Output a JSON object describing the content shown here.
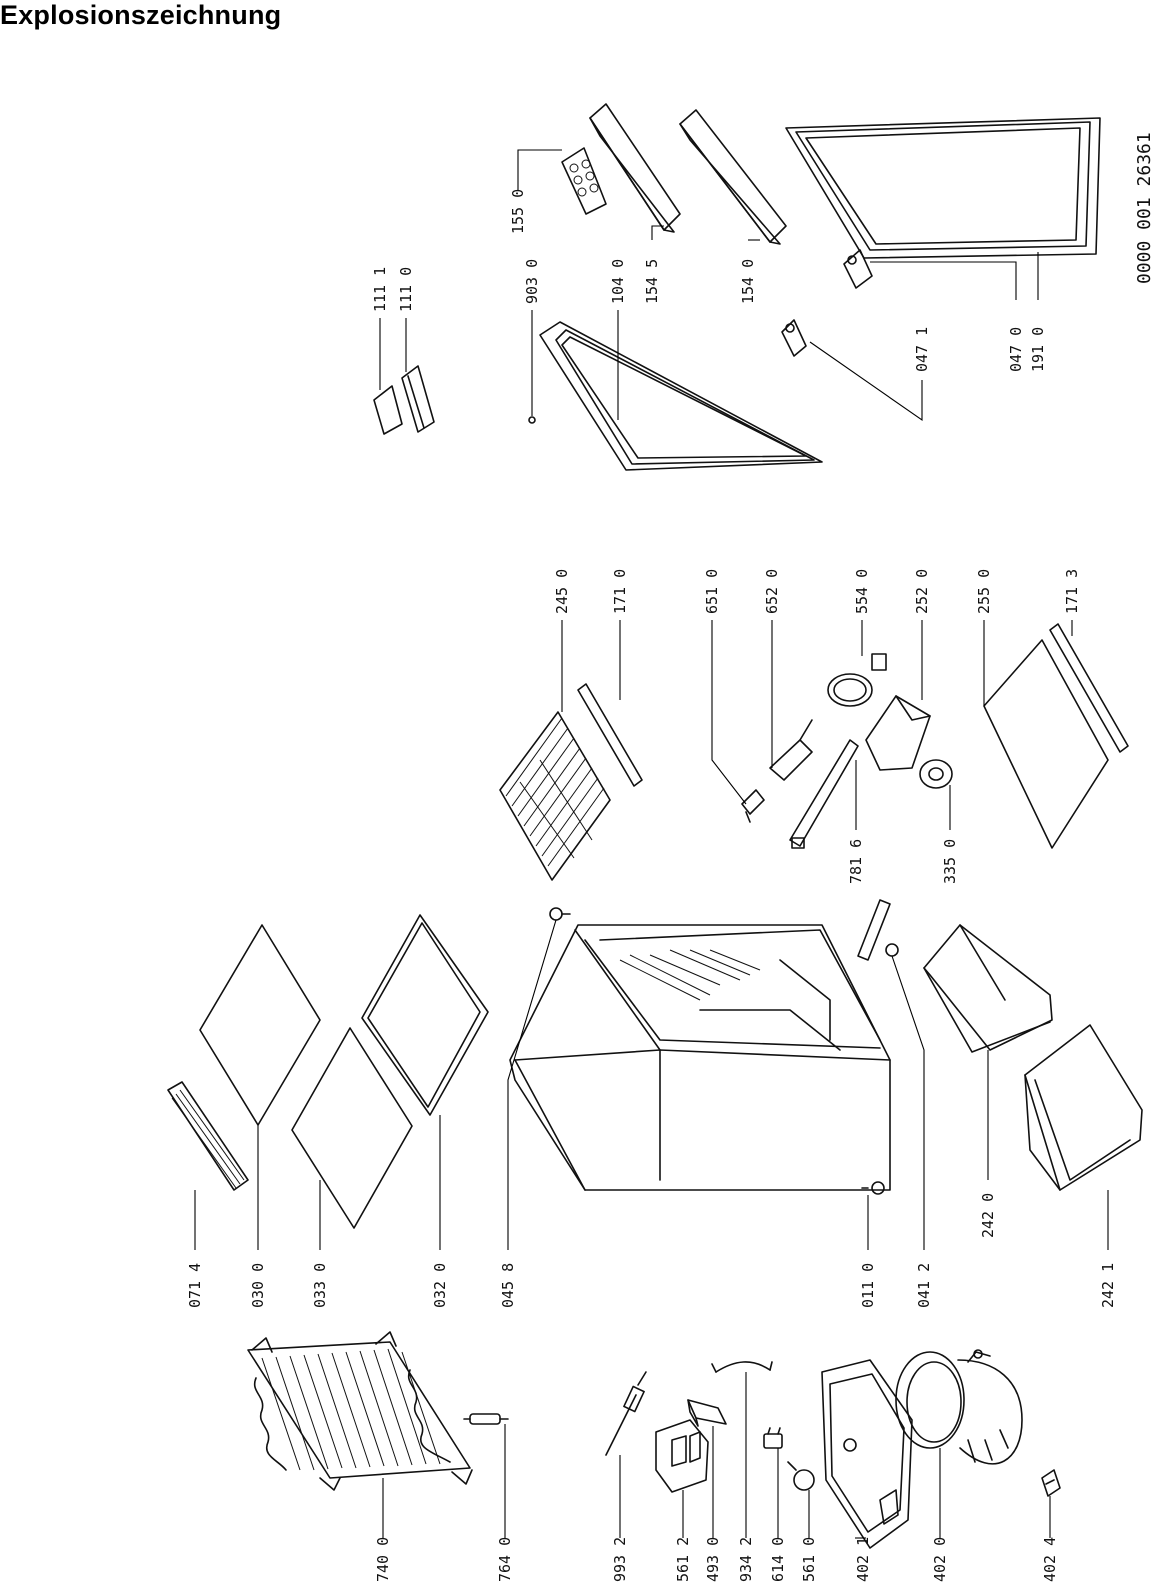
{
  "title": "Explosionszeichnung",
  "document_number": "0000 001 26361",
  "labels": {
    "l7400": "740 0",
    "l7640": "764 0",
    "l9932": "993 2",
    "l5612": "561 2",
    "l4930": "493 0",
    "l9342": "934 2",
    "l6140": "614 0",
    "l5610": "561 0",
    "l4021": "402 1",
    "l4020": "402 0",
    "l4024": "402 4",
    "l0714": "071 4",
    "l0300": "030 0",
    "l0330": "033 0",
    "l0320": "032 0",
    "l0458": "045 8",
    "l0110": "011 0",
    "l0412": "041 2",
    "l2420": "242 0",
    "l2421": "242 1",
    "l2450": "245 0",
    "l1710": "171 0",
    "l6510": "651 0",
    "l6520": "652 0",
    "l5540": "554 0",
    "l2520": "252 0",
    "l2550": "255 0",
    "l1713": "171 3",
    "l7816": "781 6",
    "l3350": "335 0",
    "l1111": "111 1",
    "l1110": "111 0",
    "l9030": "903 0",
    "l1040": "104 0",
    "l1545": "154 5",
    "l1550": "155 0",
    "l1540": "154 0",
    "l0471": "047 1",
    "l0470": "047 0",
    "l1910": "191 0"
  }
}
